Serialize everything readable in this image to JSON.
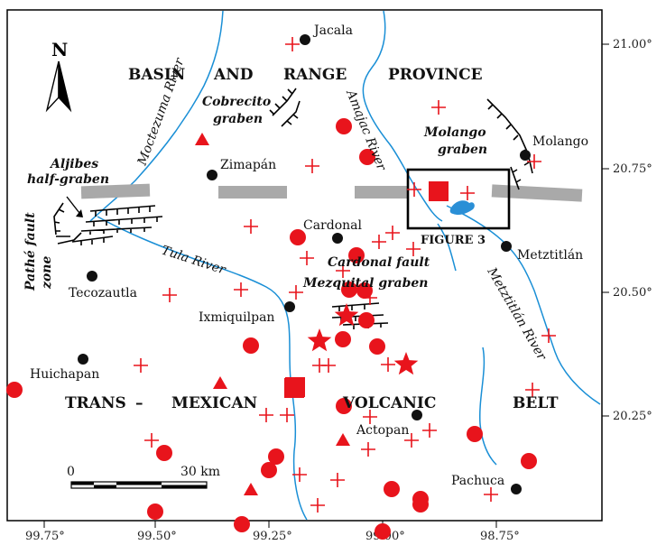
{
  "axes": {
    "x_ticks": [
      "99.75°",
      "99.50°",
      "99.25°",
      "99.00°",
      "98.75°"
    ],
    "y_ticks": [
      "21.00°",
      "20.75°",
      "20.50°",
      "20.25°"
    ]
  },
  "north_arrow": {
    "label": "N"
  },
  "scale_bar": {
    "start": "0",
    "end": "30 km"
  },
  "regions": {
    "basin_and_range": [
      "BASIN",
      "AND",
      "RANGE",
      "PROVINCE"
    ],
    "tmvb": [
      "TRANS",
      "–",
      "MEXICAN",
      "VOLCANIC",
      "BELT"
    ]
  },
  "towns": [
    {
      "id": "jacala",
      "name": "Jacala"
    },
    {
      "id": "zimapan",
      "name": "Zimapán"
    },
    {
      "id": "molango",
      "name": "Molango"
    },
    {
      "id": "cardonal",
      "name": "Cardonal"
    },
    {
      "id": "metztitlan",
      "name": "Metztitlán"
    },
    {
      "id": "tecozautla",
      "name": "Tecozautla"
    },
    {
      "id": "ixmiquilpan",
      "name": "Ixmiquilpan"
    },
    {
      "id": "huichapan",
      "name": "Huichapan"
    },
    {
      "id": "actopan",
      "name": "Actopan"
    },
    {
      "id": "pachuca",
      "name": "Pachuca"
    }
  ],
  "rivers": {
    "moctezuma": "Moctezuma River",
    "amajac": "Amajac River",
    "tula": "Tula River",
    "metztitlan": "Metztitlán River"
  },
  "structures": {
    "cobrecito": [
      "Cobrecito",
      "graben"
    ],
    "molango": [
      "Molango",
      "graben"
    ],
    "aljibes": [
      "Aljibes",
      "half-graben"
    ],
    "pathe": [
      "Pathé fault",
      "zone"
    ],
    "cardonal_fault": "Cardonal fault",
    "mezquital": "Mezquital graben"
  },
  "figure_box_label": "FIGURE 3",
  "colors": {
    "symbols": "#e8141c",
    "river": "#1a8fd6",
    "lineament": "#a9a9a9",
    "lake": "#2a8fd6"
  }
}
